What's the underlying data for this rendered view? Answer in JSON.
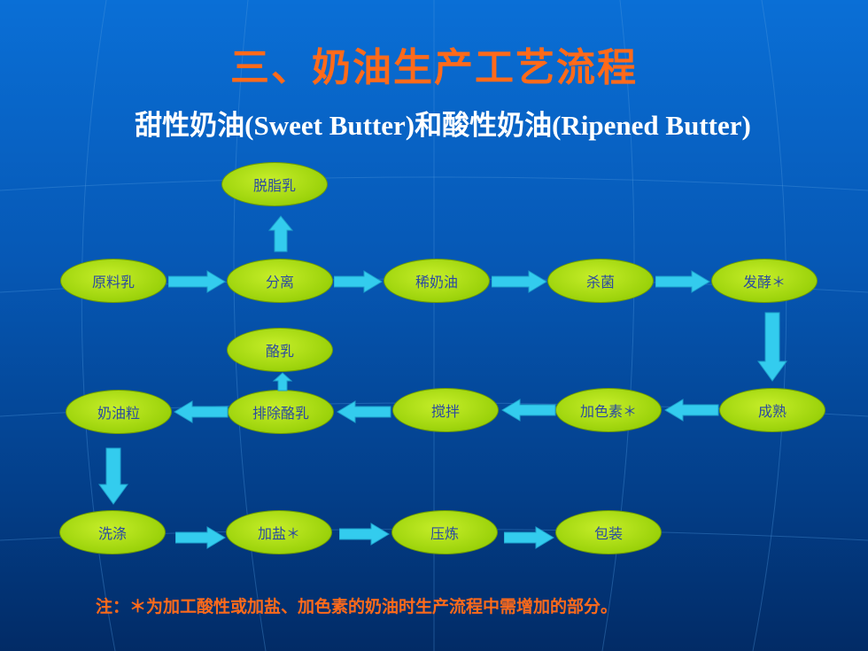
{
  "title": "三、奶油生产工艺流程",
  "subtitle": "甜性奶油(Sweet Butter)和酸性奶油(Ripened Butter)",
  "nodes": {
    "skim_milk": "脱脂乳",
    "raw_milk": "原料乳",
    "separation": "分离",
    "cream": "稀奶油",
    "sterilize": "杀菌",
    "ferment": "发酵＊",
    "buttermilk": "酪乳",
    "butter_grain": "奶油粒",
    "drain_buttermilk": "排除酪乳",
    "churn": "搅拌",
    "add_color": "加色素＊",
    "ripen": "成熟",
    "wash": "洗涤",
    "add_salt": "加盐＊",
    "work": "压炼",
    "pack": "包装"
  },
  "note": "注：＊为加工酸性或加盐、加色素的奶油时生产流程中需增加的部分。",
  "colors": {
    "title": "#ff6a1a",
    "node_fill": "#9bd20a",
    "node_text": "#2c4aa0",
    "arrow_fill": "#33ccee",
    "background": "#0658b5"
  }
}
